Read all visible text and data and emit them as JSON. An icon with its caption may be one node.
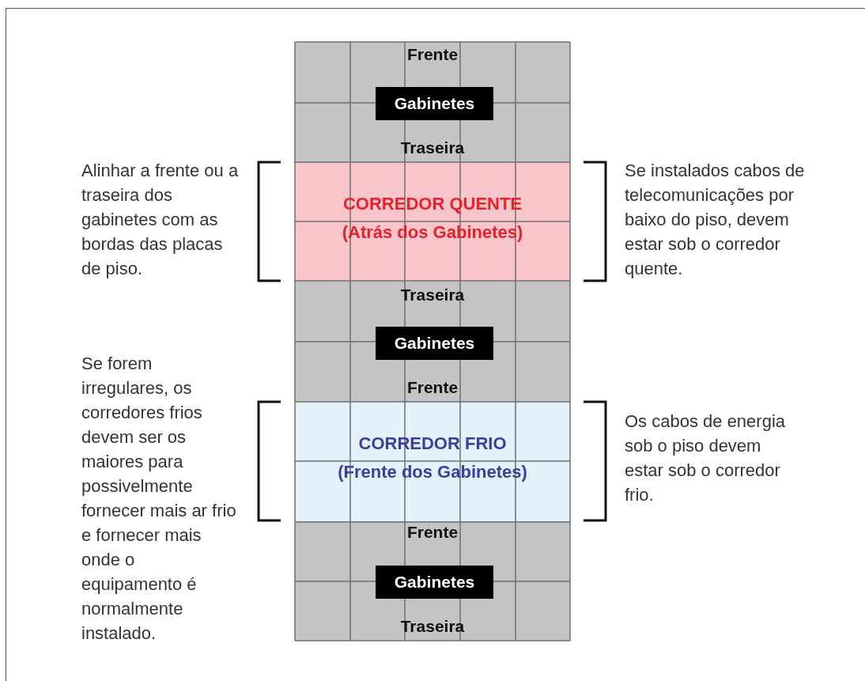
{
  "diagram": {
    "nodes": [
      {
        "text": [
          "Gabinetes"
        ]
      },
      {
        "text": [
          "CORREDOR QUENTE",
          "(Atrás dos Gabinetes)"
        ]
      },
      {
        "text": [
          "Gabinetes"
        ]
      },
      {
        "text": [
          "CORREDOR FRIO",
          "(Frente dos Gabinetes)"
        ]
      },
      {
        "text": [
          "Gabinetes"
        ]
      }
    ],
    "edges": [],
    "labels": [
      "Frente",
      "Traseira",
      "Alinhar a frente ou a traseira dos gabinetes com as bordas das placas de piso.",
      "Se instalados cabos de telecomunicações por baixo do piso, devem estar sob o corredor quente.",
      "Traseira",
      "Se forem irregulares, os corredores frios devem ser os maiores para possivelmente fornecer mais ar frio e fornecer mais onde o equipamento é normalmente instalado.",
      "Frente",
      "Os cabos de energia sob o piso devem estar sob o corredor frio.",
      "Frente",
      "Traseira"
    ]
  }
}
